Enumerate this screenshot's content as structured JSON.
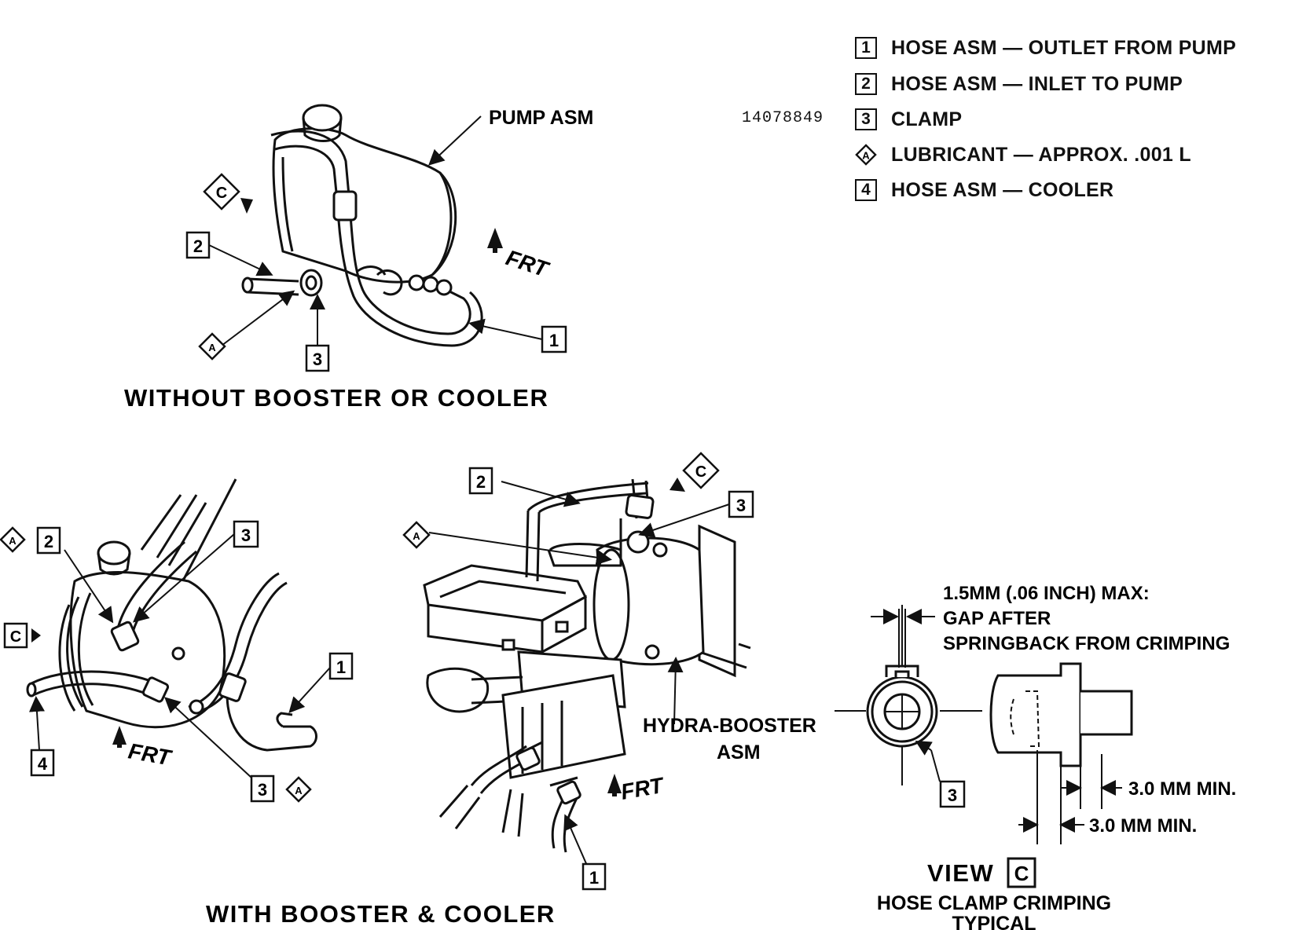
{
  "part_number": "14078849",
  "legend": [
    {
      "key": "1",
      "shape": "box",
      "text": "HOSE ASM — OUTLET FROM PUMP"
    },
    {
      "key": "2",
      "shape": "box",
      "text": "HOSE ASM — INLET TO PUMP"
    },
    {
      "key": "3",
      "shape": "box",
      "text": "CLAMP"
    },
    {
      "key": "A",
      "shape": "diamond",
      "text": "LUBRICANT — APPROX. .001 L"
    },
    {
      "key": "4",
      "shape": "box",
      "text": "HOSE ASM — COOLER"
    }
  ],
  "view_top": {
    "caption": "WITHOUT BOOSTER OR COOLER",
    "pump_label": "PUMP ASM",
    "front_label": "FRT",
    "view_ref": "C",
    "callouts": [
      "2",
      "3",
      "1",
      "A"
    ]
  },
  "view_bottom_left": {
    "front_label": "FRT",
    "view_ref": "C",
    "callouts": [
      "A",
      "2",
      "3",
      "1",
      "4",
      "3",
      "A"
    ]
  },
  "view_bottom_center": {
    "caption": "WITH BOOSTER & COOLER",
    "booster_label_1": "HYDRA-BOOSTER",
    "booster_label_2": "ASM",
    "front_label": "FRT",
    "view_ref": "C",
    "callouts": [
      "2",
      "A",
      "3",
      "1"
    ]
  },
  "view_c": {
    "gap_line_1": "1.5MM (.06 INCH) MAX:",
    "gap_line_2": "GAP AFTER",
    "gap_line_3": "SPRINGBACK FROM CRIMPING",
    "dim_1": "3.0 MM MIN.",
    "dim_2": "3.0 MM MIN.",
    "callout": "3",
    "title_word": "VIEW",
    "title_ref": "C",
    "subtitle_1": "HOSE CLAMP CRIMPING",
    "subtitle_2": "TYPICAL"
  }
}
